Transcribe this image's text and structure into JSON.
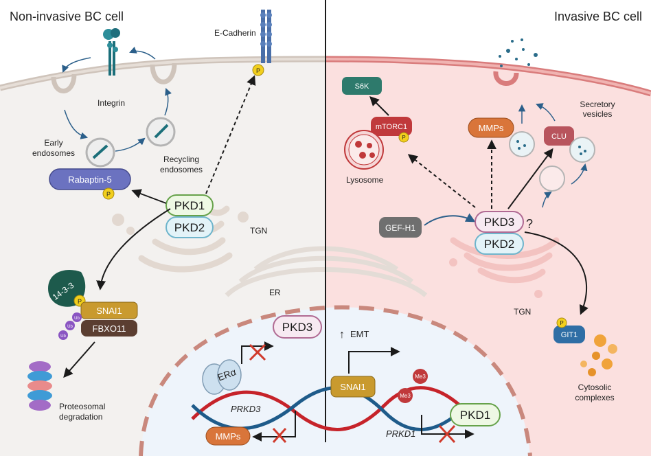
{
  "left_panel": {
    "title": "Non-invasive BC cell",
    "labels": {
      "e_cadherin": "E-Cadherin",
      "integrin": "Integrin",
      "early_endosomes_1": "Early",
      "early_endosomes_2": "endosomes",
      "recycling_endosomes_1": "Recycling",
      "recycling_endosomes_2": "endosomes",
      "tgn": "TGN",
      "er": "ER",
      "proteosomal_1": "Proteosomal",
      "proteosomal_2": "degradation",
      "prkd3": "PRKD3"
    },
    "proteins": {
      "rabaptin5": "Rabaptin-5",
      "pkd1": "PKD1",
      "pkd2": "PKD2",
      "protein_14_3_3": "14-3-3",
      "snai1": "SNAI1",
      "fbxo11": "FBXO11",
      "pkd3_nucleus": "PKD3",
      "er_alpha": "ERα",
      "mmps": "MMPs"
    },
    "tags": {
      "phospho": "P",
      "ubiquitin": "Ub"
    }
  },
  "right_panel": {
    "title": "Invasive BC cell",
    "labels": {
      "lysosome": "Lysosome",
      "secretory_1": "Secretory",
      "secretory_2": "vesicles",
      "tgn": "TGN",
      "emt": "EMT",
      "emt_arrow": "↑",
      "cytosolic_1": "Cytosolic",
      "cytosolic_2": "complexes",
      "prkd1": "PRKD1",
      "question": "?"
    },
    "proteins": {
      "s6k": "S6K",
      "mtorc1": "mTORC1",
      "mmps": "MMPs",
      "clu": "CLU",
      "gef_h1": "GEF-H1",
      "pkd3": "PKD3",
      "pkd2": "PKD2",
      "git1": "GIT1",
      "snai1": "SNAI1",
      "pkd1_nucleus": "PKD1"
    },
    "tags": {
      "phospho": "P",
      "methyl": "Me3"
    }
  },
  "colors": {
    "left_bg": "#f3f1ef",
    "right_bg": "#fbe0df",
    "nucleus": "#eef4fb",
    "pkd1_fill": "#eef8e4",
    "pkd1_stroke": "#66a24a",
    "pkd2_fill": "#e3f3f8",
    "pkd2_stroke": "#6fb5cc",
    "pkd3_fill": "#f7eaf2",
    "pkd3_stroke": "#b06a93",
    "rabaptin": "#6b72c0",
    "snai1": "#c99a2e",
    "fbxo11": "#5b3e31",
    "mmps": "#d9753a",
    "gef_h1": "#6f6f6f",
    "mtorc1": "#c0393b",
    "s6k": "#2e7a6c",
    "git1": "#2f6ea5",
    "clu": "#b8545d",
    "dna_red": "#c6232a",
    "dna_blue": "#1e5b8a",
    "cross": "#d03a2c",
    "phospho": "#f2cf1d"
  }
}
